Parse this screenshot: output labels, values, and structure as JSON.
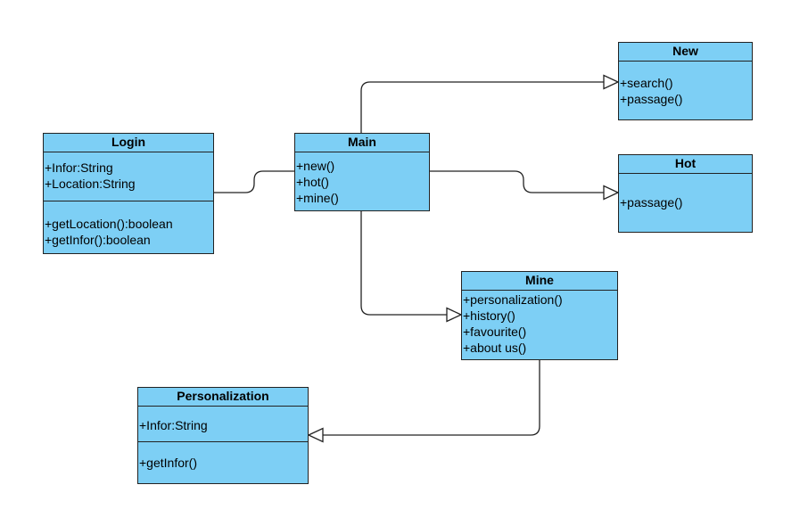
{
  "classes": {
    "login": {
      "name": "Login",
      "attributes": [
        "+Infor:String",
        "+Location:String"
      ],
      "methods": [
        "+getLocation():boolean",
        "+getInfor():boolean"
      ]
    },
    "main": {
      "name": "Main",
      "attributes": [],
      "methods": [
        "+new()",
        "+hot()",
        "+mine()"
      ]
    },
    "new": {
      "name": "New",
      "attributes": [],
      "methods": [
        "+search()",
        "+passage()"
      ]
    },
    "hot": {
      "name": "Hot",
      "attributes": [],
      "methods": [
        "+passage()"
      ]
    },
    "mine": {
      "name": "Mine",
      "attributes": [],
      "methods": [
        "+personalization()",
        "+history()",
        "+favourite()",
        "+about us()"
      ]
    },
    "personalization": {
      "name": "Personalization",
      "attributes": [
        "+Infor:String"
      ],
      "methods": [
        "+getInfor()"
      ]
    }
  },
  "relationships": [
    {
      "from": "Login",
      "to": "Main",
      "type": "association"
    },
    {
      "from": "Main",
      "to": "New",
      "type": "generalization"
    },
    {
      "from": "Main",
      "to": "Hot",
      "type": "generalization"
    },
    {
      "from": "Main",
      "to": "Mine",
      "type": "generalization"
    },
    {
      "from": "Mine",
      "to": "Personalization",
      "type": "generalization"
    }
  ],
  "colors": {
    "class_fill": "#7dcff5",
    "line": "#222222",
    "arrow_fill": "#ffffff"
  }
}
